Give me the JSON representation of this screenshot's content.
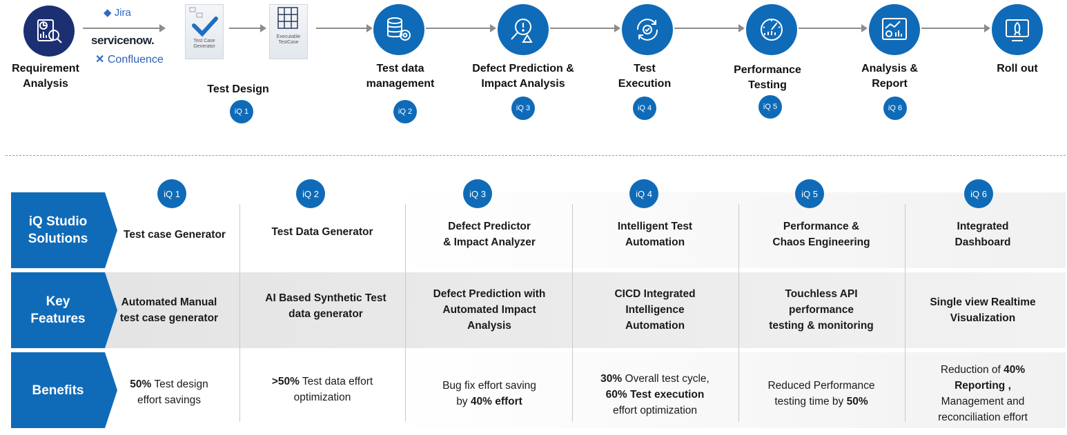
{
  "tools": {
    "jira": "Jira",
    "servicenow": "servicenow.",
    "confluence": "Confluence"
  },
  "documents": {
    "generator_caption": "Test Case Generator",
    "executable_caption": "Executable TestCase"
  },
  "stages": [
    {
      "label": "Requirement\nAnalysis",
      "icon": "chart-analysis-icon"
    },
    {
      "label": "Test Design",
      "badge": "iQ 1"
    },
    {
      "label": "Test data\nmanagement",
      "badge": "iQ 2",
      "icon": "database-gear-icon"
    },
    {
      "label": "Defect Prediction &\nImpact Analysis",
      "badge": "iQ 3",
      "icon": "magnifier-alert-icon"
    },
    {
      "label": "Test\nExecution",
      "badge": "iQ 4",
      "icon": "cycle-gear-icon"
    },
    {
      "label": "Performance\nTesting",
      "badge": "iQ 5",
      "icon": "speedometer-icon"
    },
    {
      "label": "Analysis &\nReport",
      "badge": "iQ 6",
      "icon": "dashboard-icon"
    },
    {
      "label": "Roll out",
      "icon": "rocket-icon"
    }
  ],
  "rows": [
    {
      "label": "iQ Studio\nSolutions"
    },
    {
      "label": "Key\nFeatures"
    },
    {
      "label": "Benefits"
    }
  ],
  "columns": [
    {
      "badge": "iQ 1",
      "solution": "Test case Generator",
      "feature": "Automated Manual\ntest case generator",
      "benefit": {
        "b1": "50%",
        "t1": " Test design\neffort savings"
      }
    },
    {
      "badge": "iQ 2",
      "solution": "Test Data Generator",
      "feature": "AI Based Synthetic Test\ndata generator",
      "benefit": {
        "b1": ">50%",
        "t1": " Test data effort\noptimization"
      }
    },
    {
      "badge": "iQ 3",
      "solution": "Defect Predictor\n& Impact Analyzer",
      "feature": "Defect Prediction with\nAutomated Impact\nAnalysis",
      "benefit": {
        "t1": "Bug fix effort saving\nby ",
        "b1": "40% effort"
      }
    },
    {
      "badge": "iQ 4",
      "solution": "Intelligent Test\nAutomation",
      "feature": "CICD Integrated\nIntelligence\nAutomation",
      "benefit": {
        "b1": "30%",
        "t1": " Overall test cycle,\n",
        "b2": "60% Test execution",
        "t2": "\neffort optimization"
      }
    },
    {
      "badge": "iQ 5",
      "solution": "Performance &\nChaos Engineering",
      "feature": "Touchless API\nperformance\ntesting & monitoring",
      "benefit": {
        "t1": "Reduced Performance\ntesting time by ",
        "b1": "50%"
      }
    },
    {
      "badge": "iQ 6",
      "solution": "Integrated\nDashboard",
      "feature": "Single view Realtime\nVisualization",
      "benefit": {
        "t1": "Reduction of ",
        "b1": "40%\nReporting ,",
        "t2": "\nManagement and\nreconciliation effort"
      }
    }
  ],
  "colors": {
    "primary_blue": "#0f6bb8",
    "dark_navy": "#1d2f73"
  }
}
